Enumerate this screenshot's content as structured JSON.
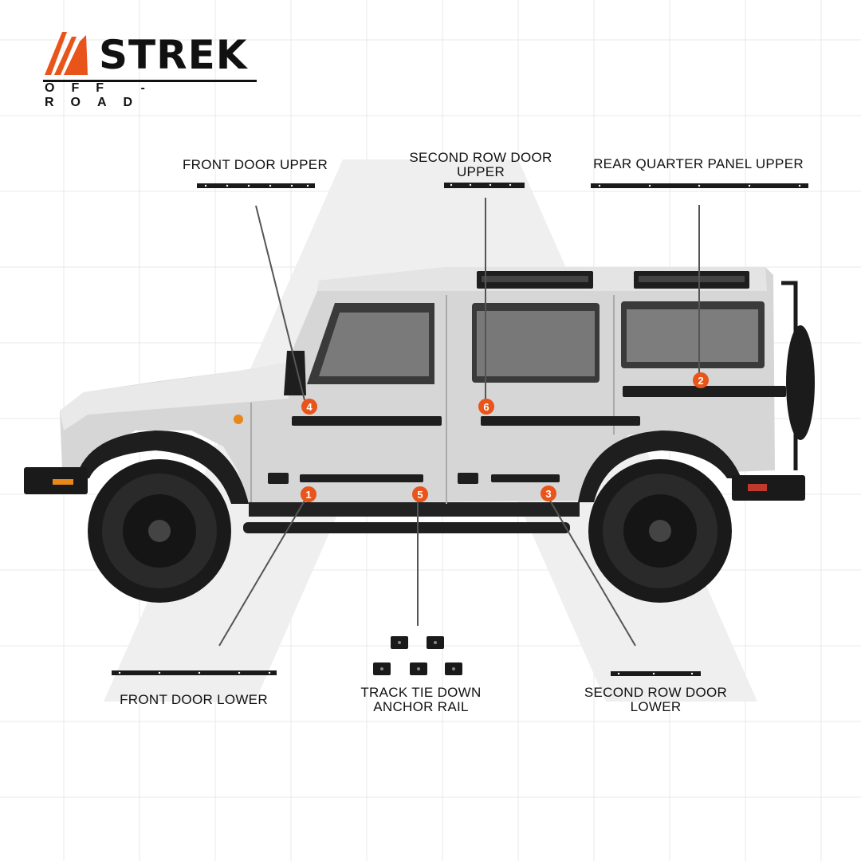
{
  "brand": {
    "name": "STREK",
    "tagline": "OFF - ROAD",
    "colors": {
      "primary": "#111111",
      "accent": "#e8541a"
    }
  },
  "parts": [
    {
      "number": "1",
      "label": "FRONT DOOR LOWER"
    },
    {
      "number": "2",
      "label": "REAR QUARTER PANEL UPPER"
    },
    {
      "number": "3",
      "label": "SECOND ROW DOOR\nLOWER"
    },
    {
      "number": "4",
      "label": "FRONT DOOR UPPER"
    },
    {
      "number": "5",
      "label": "TRACK TIE DOWN\nANCHOR RAIL"
    },
    {
      "number": "6",
      "label": "SECOND ROW DOOR\nUPPER"
    }
  ],
  "colors": {
    "marker": "#e8541a",
    "rail": "#1a1a1a",
    "leader": "#555555",
    "vehicle_body": "#d9d9d9",
    "background_letter": "#eeeeee",
    "grid": "#e6e6e6"
  }
}
